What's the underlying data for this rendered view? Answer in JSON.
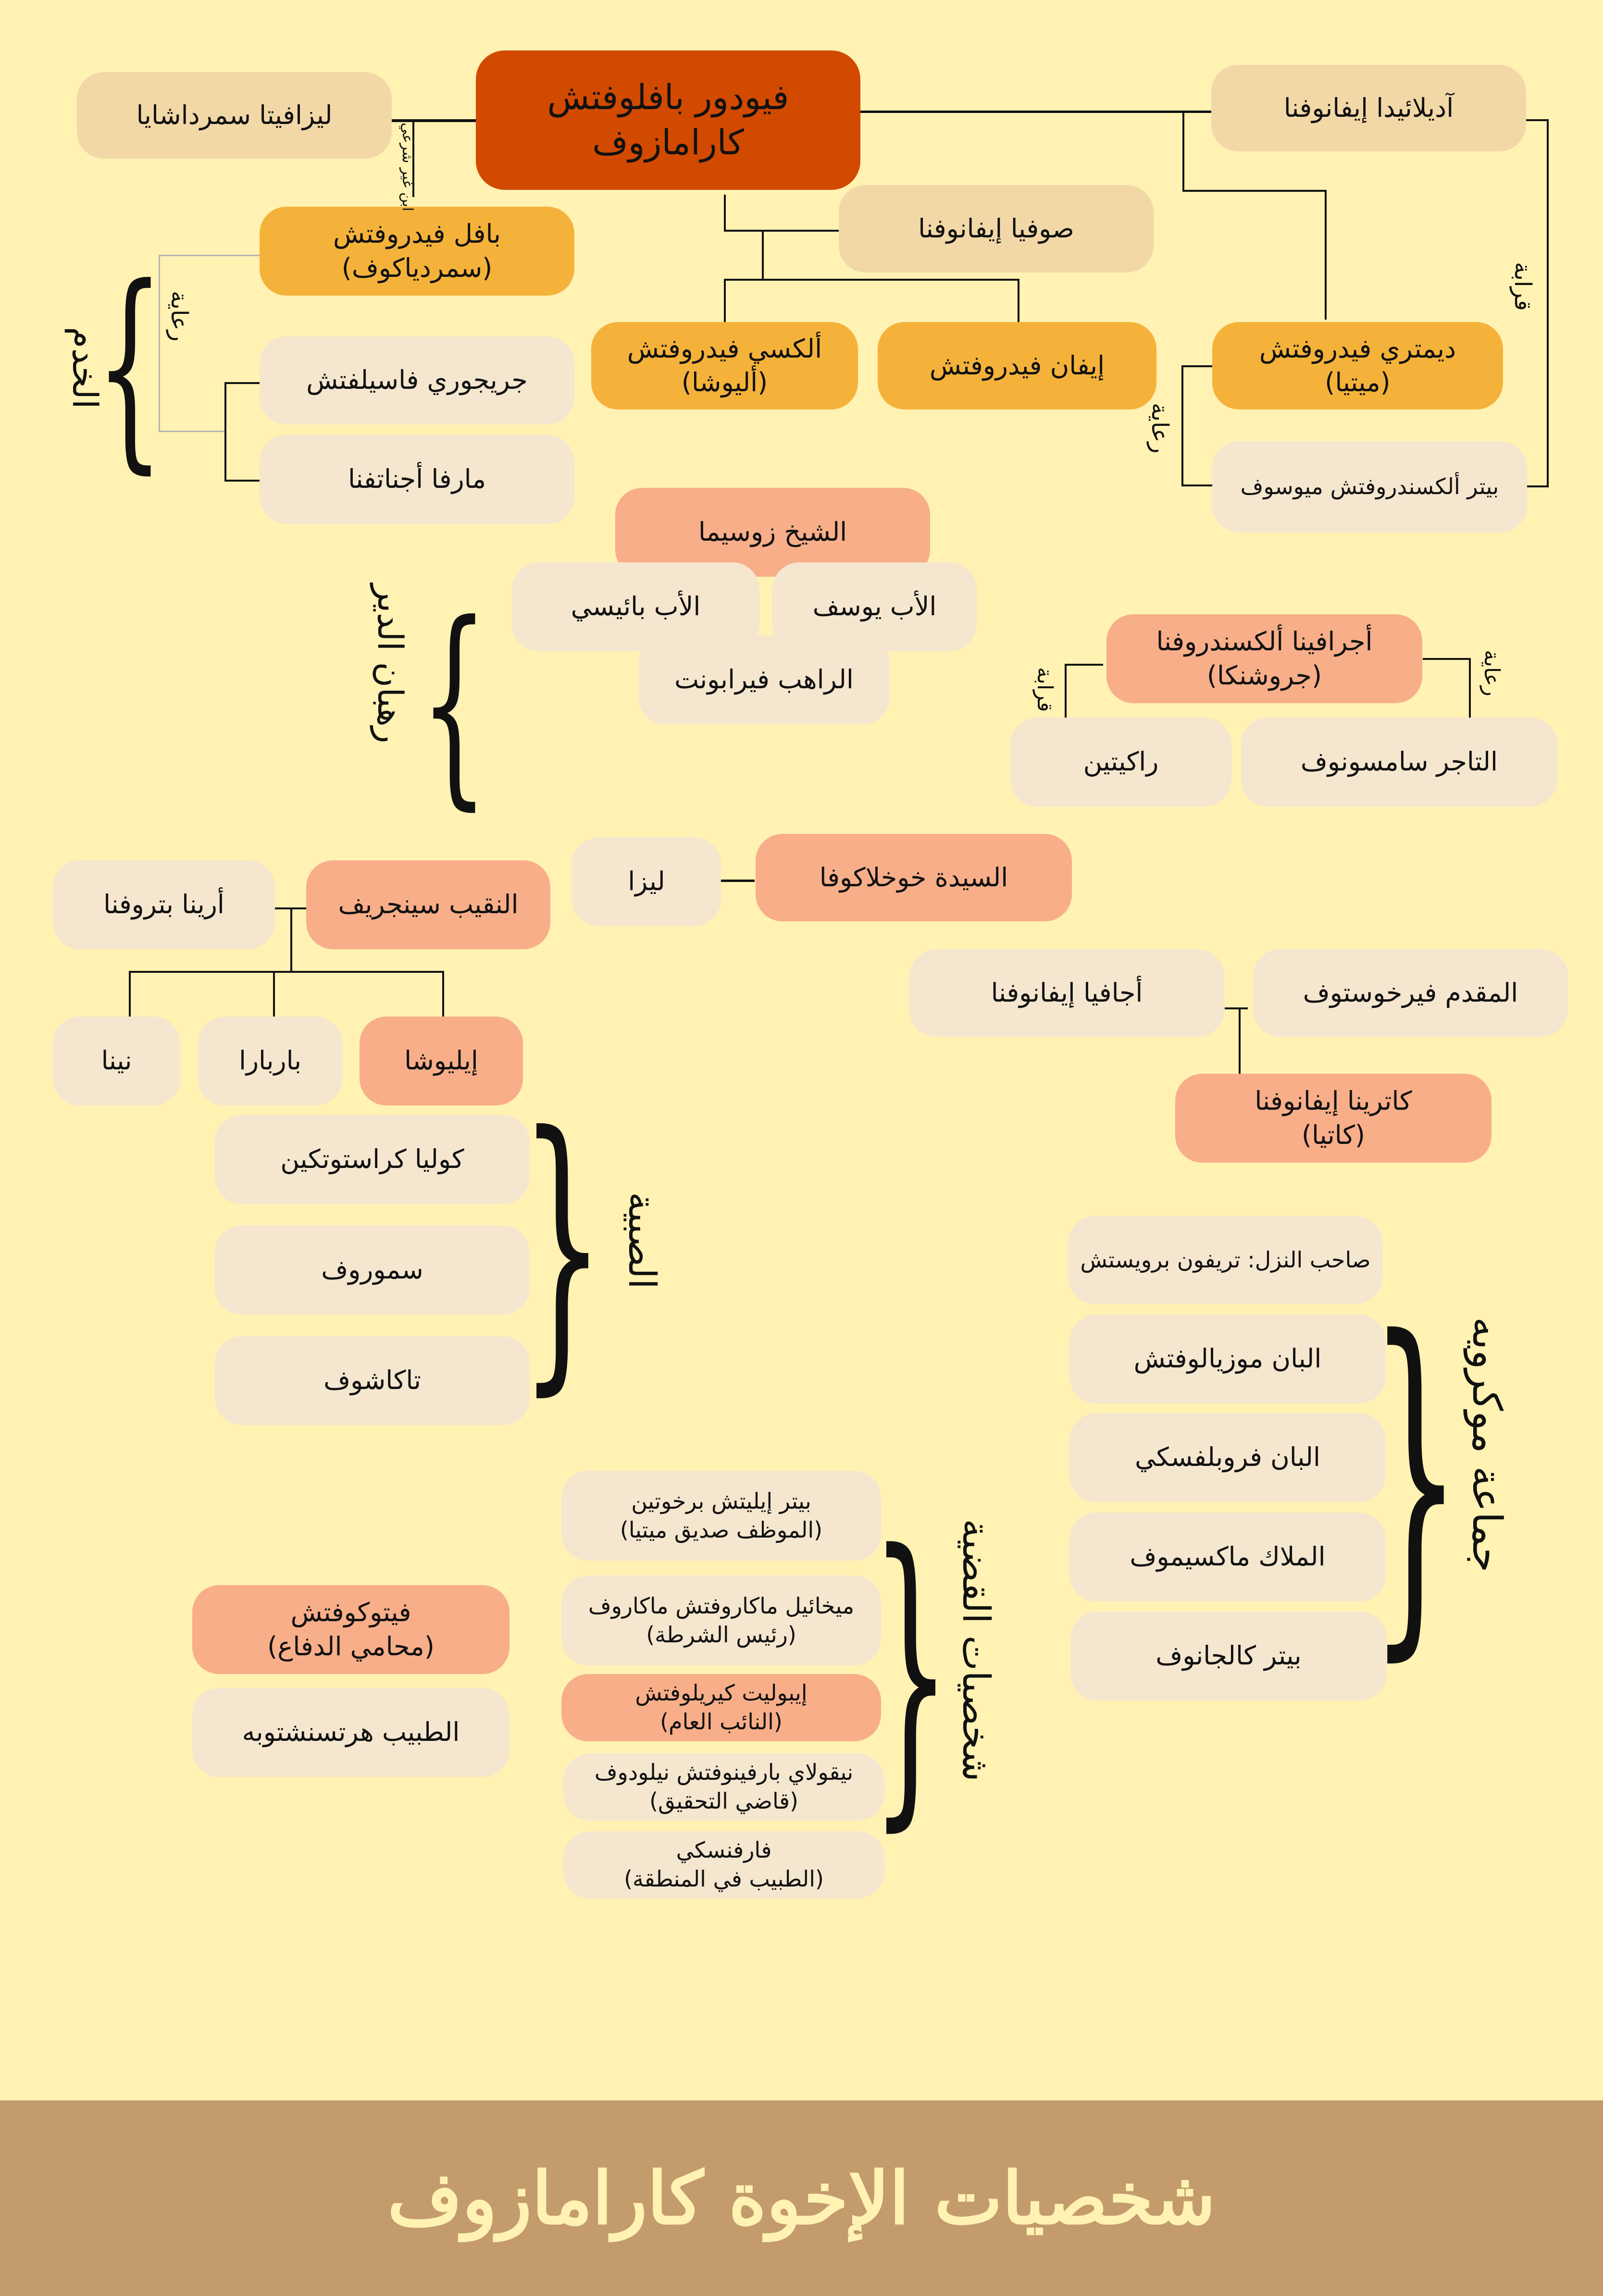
{
  "title": "شخصيات الإخوة كارامازوف",
  "colors": {
    "background": "#FFF2B3",
    "father": "#D14A00",
    "spouse": "#F2D8A7",
    "son": "#F5B23A",
    "secondary": "#F5E6CF",
    "highlight": "#F7AE89",
    "footer": "#C49B6C",
    "footer_text": "#FFF2B3"
  },
  "family": {
    "father": "فيودور بافلوفتش\nكارامازوف",
    "lizaveta": "ليزافيتا سمرداشايا",
    "adelaida": "آديلائيدا إيفانوفنا",
    "sofia": "صوفيا إيفانوفنا",
    "pavel": "بافل فيدروفتش\n(سمردياكوف)",
    "alexei": "ألكسي فيدروفتش\n(أليوشا)",
    "ivan": "إيفان فيدروفتش",
    "dmitri": "ديمتري فيدروفتش\n(ميتيا)",
    "pyotr_miusov": "بيتر ألكسندروفتش ميوسوف",
    "grigory": "جريجوري فاسيلفتش",
    "marfa": "مارفا أجناتفنا"
  },
  "labels": {
    "illegitimate_son": "ابن غير شرعي",
    "care": "رعاية",
    "kinship": "قرابة",
    "servants": "الخدم",
    "monks": "رهبان الدير",
    "boys": "الصبية",
    "mokroye": "جماعة موكرويه",
    "trial": "شخصيات القضية"
  },
  "monastery": {
    "elder": "الشيخ زوسيما",
    "monks": [
      "الأب بائيسي",
      "الأب يوسف",
      "الراهب فيرابونت"
    ]
  },
  "grushenka": {
    "name": "أجرافينا ألكسندروفنا\n(جروشنكا)",
    "rakitin": "راكيتين",
    "samsonov": "التاجر سامسونوف"
  },
  "khokhlakova": {
    "lady": "السيدة خوخلاكوفا",
    "liza": "ليزا"
  },
  "verkhovtsev": {
    "colonel": "المقدم فيرخوستوف",
    "agafya": "أجافيا إيفانوفنا",
    "katerina": "كاترينا إيفانوفنا\n(كاتيا)"
  },
  "snegiryov": {
    "captain": "النقيب سينجريف",
    "wife": "أرينا بتروفنا",
    "children": [
      "إيليوشا",
      "باربارا",
      "نينا"
    ]
  },
  "boys": [
    "كوليا كراستوتكين",
    "سموروف",
    "تاكاشوف"
  ],
  "mokroye": [
    "صاحب النزل: تريفون برويستش",
    "البان موزيالوفتش",
    "البان فروبلفسكي",
    "الملاك ماكسيموف",
    "بيتر كالجانوف"
  ],
  "trial": [
    "بيتر إيليتش برخوتين\n(الموظف صديق ميتيا)",
    "ميخائيل ماكاروفتش ماكاروف\n(رئيس الشرطة)",
    "إيبوليت كيريلوفتش\n(النائب العام)",
    "نيقولاي بارفينوفتش نيلودوف\n(قاضي التحقيق)",
    "فارفنسكي\n(الطبيب في المنطقة)"
  ],
  "defense": {
    "lawyer": "فيتوكوفتش\n(محامي الدفاع)",
    "doctor": "الطبيب هرتسنشتوبه"
  }
}
